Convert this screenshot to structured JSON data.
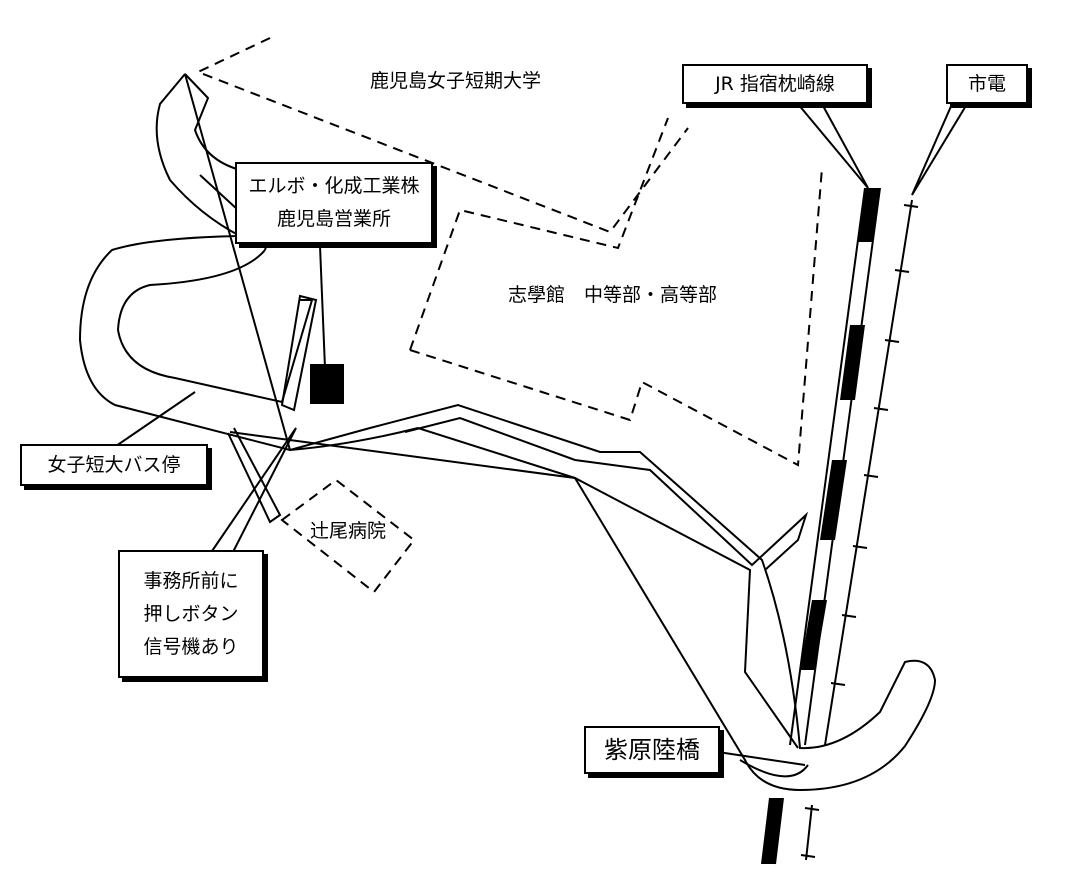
{
  "labels": {
    "university": "鹿児島女子短期大学",
    "school": "志學館　中等部・高等部",
    "hospital": "辻尾病院"
  },
  "callouts": {
    "jr_line": "JR 指宿枕崎線",
    "tram": "市電",
    "company_line1": "エルボ・化成工業株",
    "company_line2": "鹿児島営業所",
    "bus_stop": "女子短大バス停",
    "signal_line1": "事務所前に",
    "signal_line2": "押しボタン",
    "signal_line3": "信号機あり",
    "bridge": "紫原陸橋"
  },
  "colors": {
    "ink": "#000000",
    "paper": "#ffffff"
  }
}
